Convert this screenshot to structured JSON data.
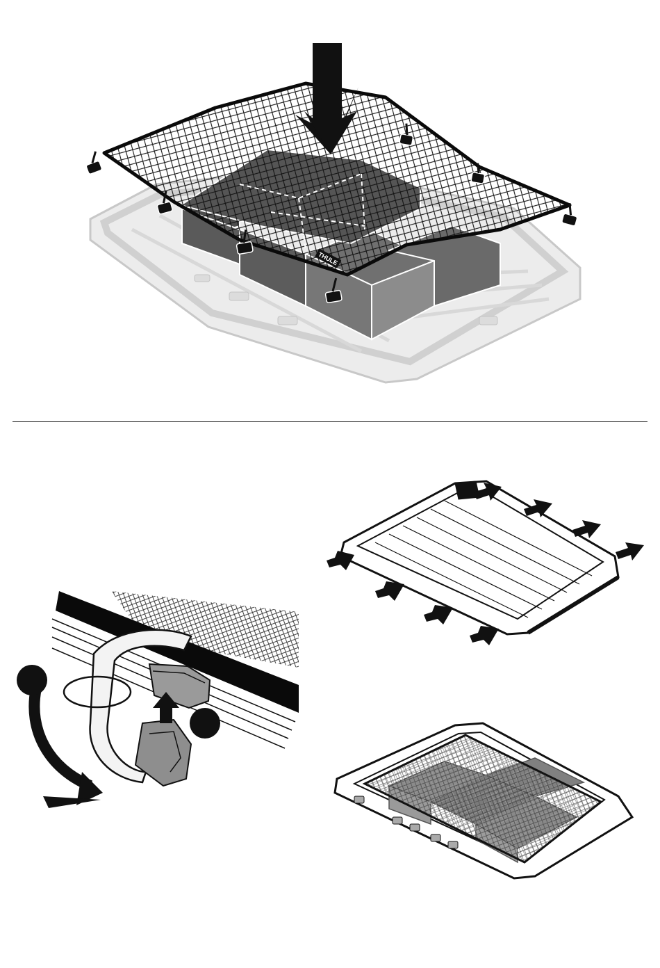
{
  "brand": {
    "logo_text": "THULE"
  },
  "figures": {
    "top": {
      "subject": "cargo-net-over-boxes-on-roof-platform"
    },
    "clip": {
      "subject": "net-hook-strap-detail",
      "step_markers": [
        "",
        ""
      ]
    },
    "rack": {
      "subject": "roof-platform-arrows"
    },
    "rack_loaded": {
      "subject": "roof-platform-with-net-and-boxes"
    }
  },
  "icons": [
    "down-arrow-icon",
    "curved-arrow-icon",
    "up-arrow-icon",
    "push-arrow-icon"
  ],
  "colors": {
    "ink": "#111111",
    "ghost": "#d6d6d6",
    "box_fill": "#6a6a6a",
    "box_side": "#8a8a8a",
    "paper": "#ffffff"
  }
}
